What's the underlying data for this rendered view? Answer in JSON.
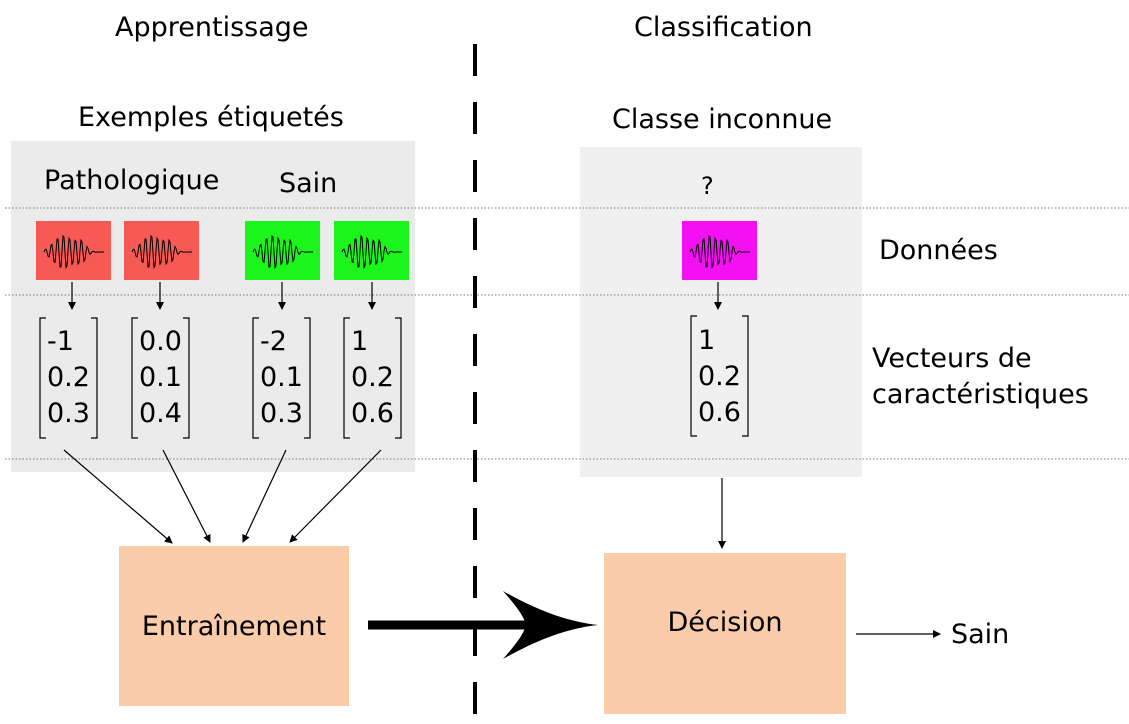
{
  "left": {
    "heading": "Apprentissage",
    "group_title": "Exemples étiquetés",
    "class_labels": [
      "Pathologique",
      "Sain"
    ],
    "vectors": [
      [
        "-1",
        "0.2",
        "0.3"
      ],
      [
        "0.0",
        "0.1",
        "0.4"
      ],
      [
        "-2",
        "0.1",
        "0.3"
      ],
      [
        "1",
        "0.2",
        "0.6"
      ]
    ],
    "signal_colors": [
      "#f75a54",
      "#f75a54",
      "#1cf51c",
      "#1cf51c"
    ],
    "box_label": "Entraînement"
  },
  "right": {
    "heading": "Classification",
    "group_title": "Classe inconnue",
    "unknown_mark": "?",
    "vector": [
      "1",
      "0.2",
      "0.6"
    ],
    "signal_color": "#f40ff4",
    "box_label": "Décision",
    "result": "Sain"
  },
  "row_labels": {
    "data": "Données",
    "features_line1": "Vecteurs de",
    "features_line2": "caractéristiques"
  },
  "colors": {
    "panel": "#ebebeb",
    "box": "#fbccaa"
  }
}
